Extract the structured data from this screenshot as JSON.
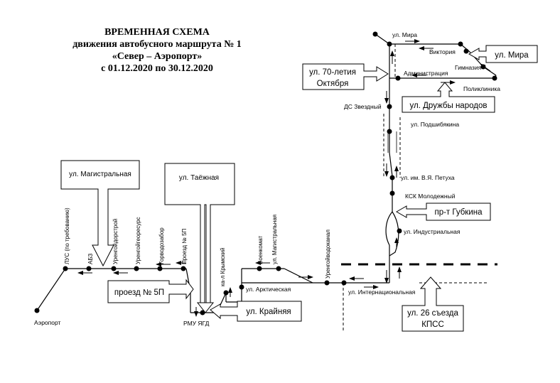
{
  "title": {
    "line1": "ВРЕМЕННАЯ СХЕМА",
    "line2": "движения автобусного маршрута № 1",
    "line3": "«Север – Аэропорт»",
    "line4": "с 01.12.2020 по 30.12.2020"
  },
  "stops": {
    "airport": "Аэропорт",
    "lus": "ЛУС (по требованию)",
    "abz": "АБЗ",
    "urengoydorstroy": "Уренгойдорстрой",
    "urengoygeoresurs": "Уренгойгеоресурс",
    "gorvodozabor": "Горводозабор",
    "proezd5p": "Проезд № 5П",
    "rmu": "РМУ ЯГД",
    "krymsky": "ка-л Крымский",
    "voenkomat": "Военкомат",
    "magistralnaya": "ул. Магистральная",
    "arkticheskaya": "ул. Арктическая",
    "urengoyvodokanal": "Уренгойводоканал",
    "internatsionalnaya": "ул. Интернациональная",
    "industrialnaya": "ул. Индустриальная",
    "ksk": "КСК Молодежный",
    "petukha": "ул. им. В.Я. Петуха",
    "podshibyakina": "ул. Подшибякина",
    "ds_zvezdny": "ДС Звездный",
    "administratsiya": "Администрация",
    "poliklinika": "Поликлиника",
    "gimnaziya": "Гимназия",
    "viktoriya": "Виктория",
    "mira_top": "ул. Мира"
  },
  "callouts": {
    "magistralnaya": "ул. Магистральная",
    "taezhnaya": "ул. Таёжная",
    "proezd5p": "проезд № 5П",
    "krainyaya": "ул. Крайняя",
    "kpss_line1": "ул. 26 съезда",
    "kpss_line2": "КПСС",
    "gubkina": "пр-т Губкина",
    "oktyabrya_line1": "ул. 70-летия",
    "oktyabrya_line2": "Октября",
    "druzhby": "ул. Дружбы народов",
    "mira": "ул. Мира"
  }
}
